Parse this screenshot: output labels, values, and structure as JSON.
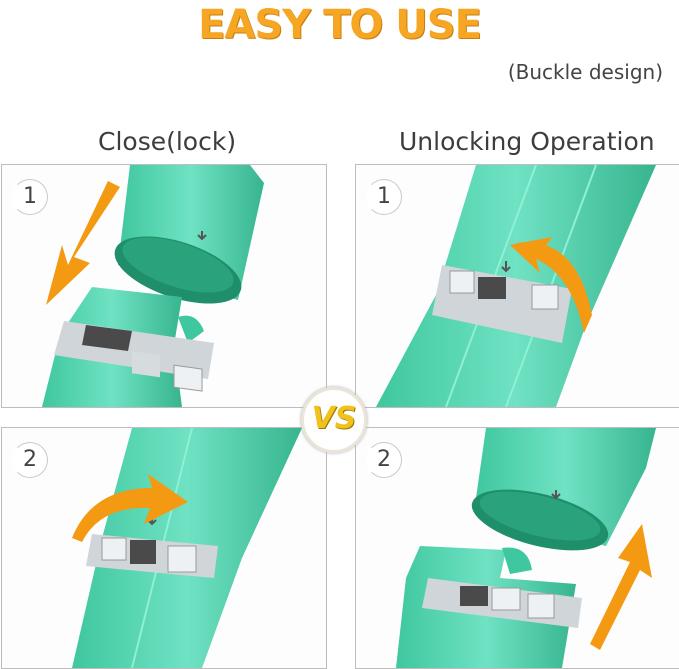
{
  "header": {
    "title": "EASY TO USE",
    "subtitle": "(Buckle design)"
  },
  "columns": {
    "left_title": "Close(lock)",
    "right_title": "Unlocking Operation"
  },
  "panels": [
    {
      "step": "1"
    },
    {
      "step": "1"
    },
    {
      "step": "2"
    },
    {
      "step": "2"
    }
  ],
  "vs_label": "VS",
  "colors": {
    "title": "#f6a623",
    "tube": "#52d6b0",
    "tube_dark": "#27986f",
    "arrow": "#f49a12",
    "band": "#c9cfd4"
  },
  "icons": [
    "arrow-icon",
    "lock-icon",
    "unlock-icon"
  ]
}
